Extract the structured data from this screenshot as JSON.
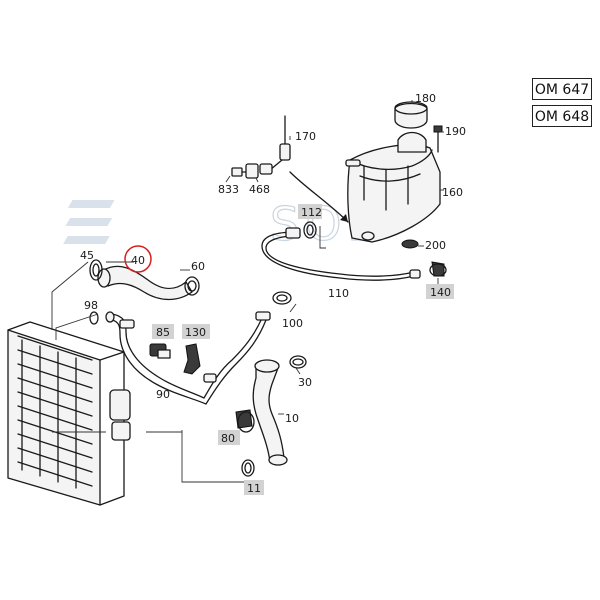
{
  "engine_variants": [
    "OM 647",
    "OM 648"
  ],
  "watermark_text": "SOL",
  "callouts": [
    {
      "id": "180",
      "boxed": false,
      "circled": false
    },
    {
      "id": "190",
      "boxed": false,
      "circled": false
    },
    {
      "id": "170",
      "boxed": false,
      "circled": false
    },
    {
      "id": "160",
      "boxed": false,
      "circled": false
    },
    {
      "id": "833",
      "boxed": false,
      "circled": false
    },
    {
      "id": "468",
      "boxed": false,
      "circled": false
    },
    {
      "id": "112",
      "boxed": true,
      "circled": false
    },
    {
      "id": "200",
      "boxed": false,
      "circled": false
    },
    {
      "id": "45",
      "boxed": false,
      "circled": false
    },
    {
      "id": "40",
      "boxed": false,
      "circled": true
    },
    {
      "id": "60",
      "boxed": false,
      "circled": false
    },
    {
      "id": "110",
      "boxed": false,
      "circled": false
    },
    {
      "id": "140",
      "boxed": true,
      "circled": false
    },
    {
      "id": "98",
      "boxed": false,
      "circled": false
    },
    {
      "id": "100",
      "boxed": false,
      "circled": false
    },
    {
      "id": "85",
      "boxed": true,
      "circled": false
    },
    {
      "id": "130",
      "boxed": true,
      "circled": false
    },
    {
      "id": "30",
      "boxed": false,
      "circled": false
    },
    {
      "id": "90",
      "boxed": false,
      "circled": false
    },
    {
      "id": "10",
      "boxed": false,
      "circled": false
    },
    {
      "id": "80",
      "boxed": true,
      "circled": false
    },
    {
      "id": "11",
      "boxed": true,
      "circled": false
    }
  ],
  "colors": {
    "line": "#1a1a1a",
    "label_box": "#d2d2d2",
    "highlight_circle": "#d62020",
    "watermark": "#9fb4c8"
  }
}
